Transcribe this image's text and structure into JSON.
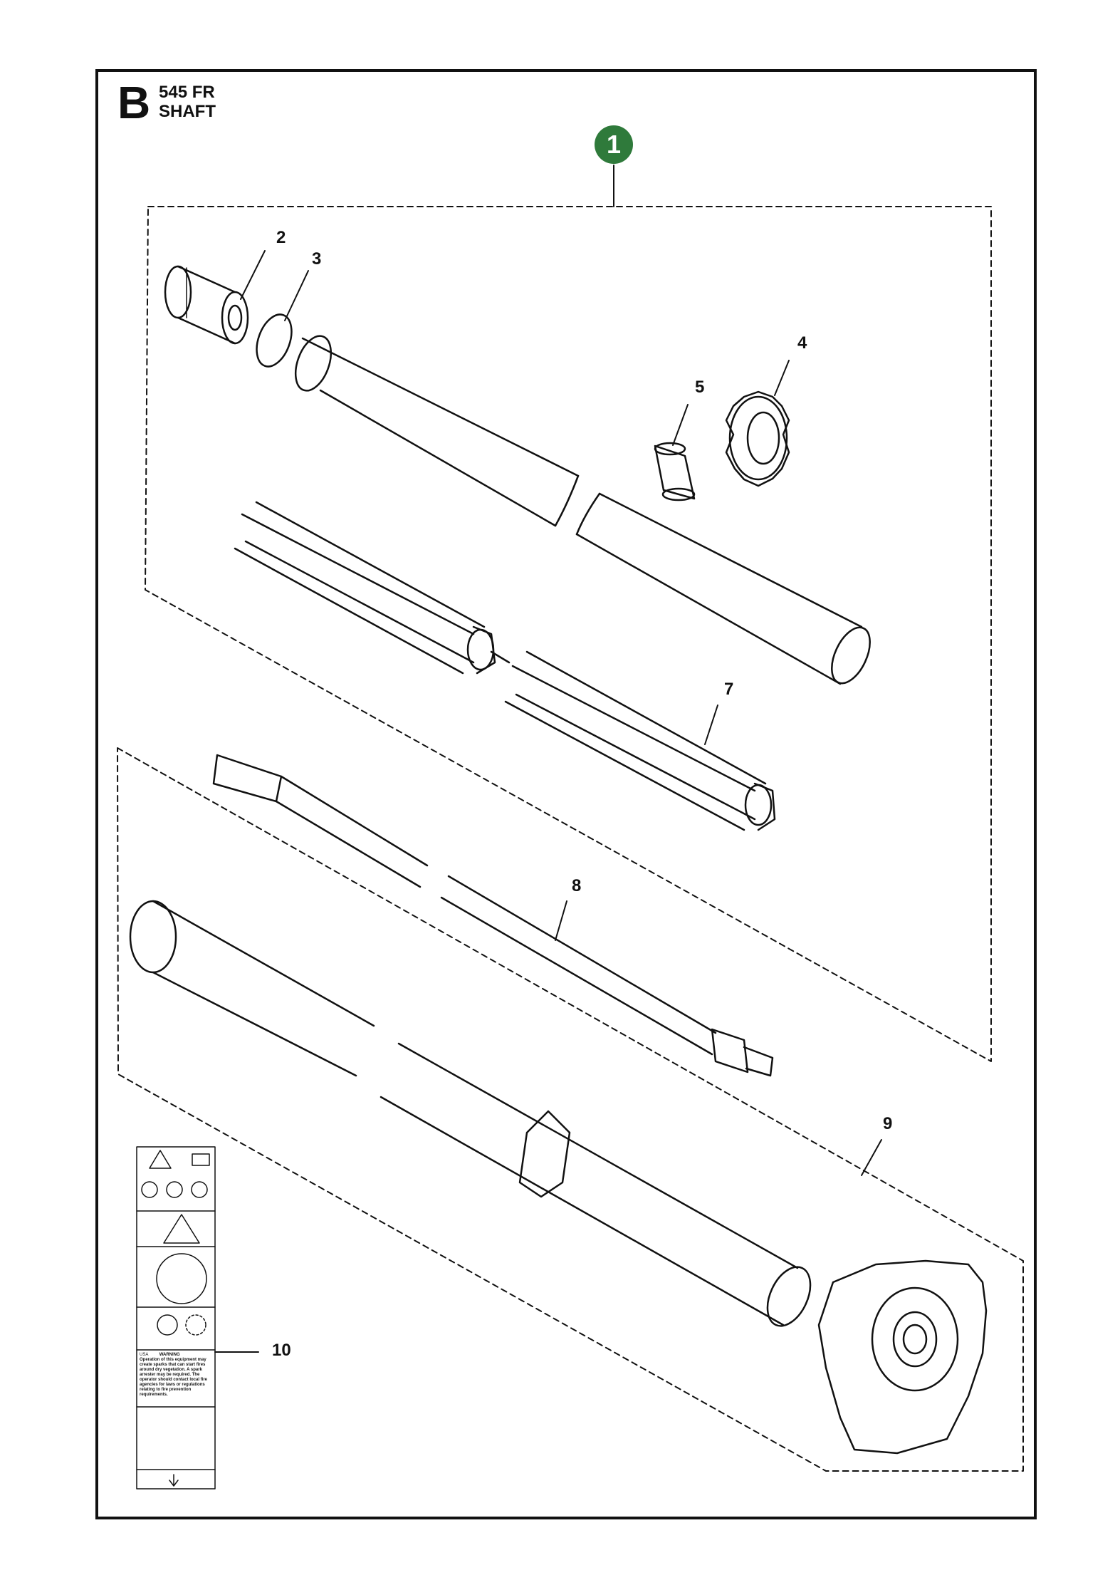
{
  "header": {
    "section_letter": "B",
    "model": "545 FR",
    "assembly": "SHAFT"
  },
  "assembly_badge": {
    "label": "1",
    "color": "#2f7a3b"
  },
  "callouts": [
    {
      "id": "2",
      "label": "2",
      "part": "cap-sleeve"
    },
    {
      "id": "3",
      "label": "3",
      "part": "o-ring"
    },
    {
      "id": "4",
      "label": "4",
      "part": "nut-ring"
    },
    {
      "id": "5",
      "label": "5",
      "part": "bushing"
    },
    {
      "id": "7",
      "label": "7",
      "part": "liner-tube"
    },
    {
      "id": "8",
      "label": "8",
      "part": "drive-shaft"
    },
    {
      "id": "9",
      "label": "9",
      "part": "shaft-tube-with-gear-housing"
    },
    {
      "id": "10",
      "label": "10",
      "part": "warning-decal"
    }
  ],
  "decal": {
    "country_code": "USA",
    "warning_word": "WARNING",
    "warning_text": "Operation of this equipment may create sparks that can start fires around dry vegetation. A spark arrester may be required. The operator should contact local fire agencies for laws or regulations relating to fire prevention requirements."
  }
}
